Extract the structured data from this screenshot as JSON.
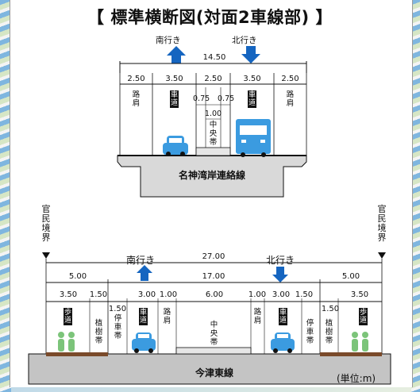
{
  "title": "【 標準横断図(対面2車線部) 】",
  "upper": {
    "direction_south": "南行き",
    "direction_north": "北行き",
    "total_width": "14.50",
    "widths": [
      "2.50",
      "3.50",
      "2.50",
      "3.50",
      "2.50"
    ],
    "median_widths": [
      "0.75",
      "0.75"
    ],
    "median_center": "1.00",
    "lanes": {
      "shoulder_left": "路肩",
      "lane_left": "車道",
      "median": "中央帯",
      "lane_right": "車道",
      "shoulder_right": "路肩"
    },
    "road_name": "名神湾岸連絡線"
  },
  "lower": {
    "boundary_left": "官民境界",
    "boundary_right": "官民境界",
    "direction_south": "南行き",
    "direction_north": "北行き",
    "total_width": "27.00",
    "side_left": "5.00",
    "center_width": "17.00",
    "side_right": "5.00",
    "widths": [
      "3.50",
      "1.50",
      "1.50",
      "3.00",
      "1.00",
      "6.00",
      "1.00",
      "3.00",
      "1.50",
      "1.50",
      "3.50"
    ],
    "lanes": {
      "sidewalk_left": "歩道",
      "planting_left": "植樹帯",
      "parking_left": "停車帯",
      "lane_left": "車道",
      "shoulder_left": "路肩",
      "median": "中央帯",
      "shoulder_right": "路肩",
      "lane_right": "車道",
      "parking_right": "停車帯",
      "planting_right": "植樹帯",
      "sidewalk_right": "歩道"
    },
    "road_name": "今津東線",
    "unit": "(単位:m)"
  },
  "colors": {
    "arrow": "#1565c0",
    "vehicle": "#3b9be0",
    "structure": "#d9d9d9",
    "ground": "#bdbdbd",
    "person": "#7cc47a"
  }
}
